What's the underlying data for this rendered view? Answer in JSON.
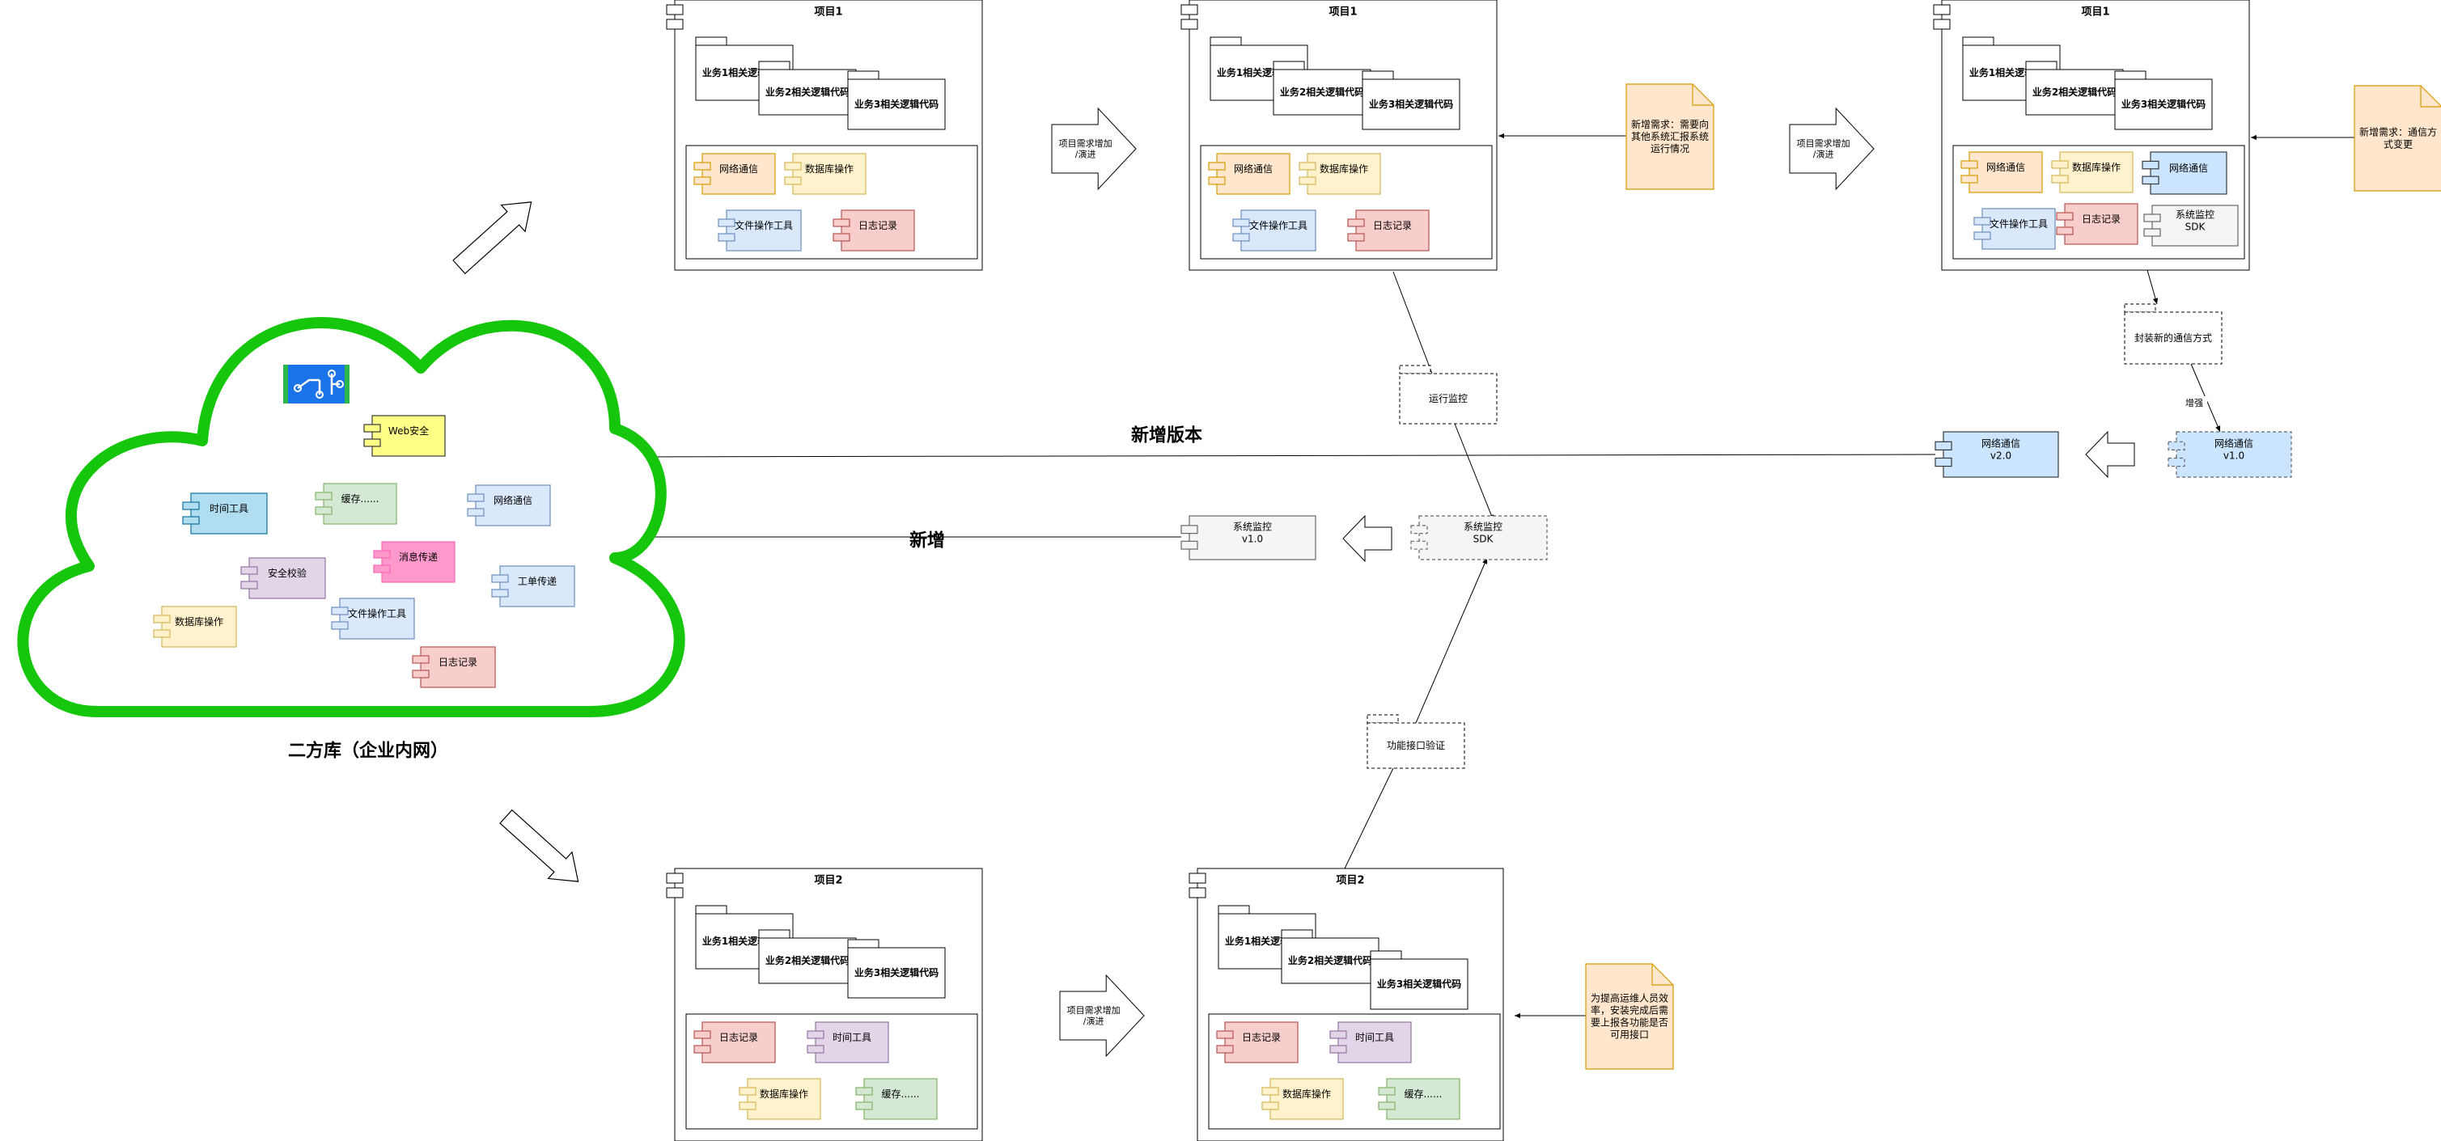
{
  "colors": {
    "cloud_stroke": "#16c60c",
    "network": "#ffe6cc",
    "network_stroke": "#d79b00",
    "db": "#fff2cc",
    "db_stroke": "#d6b656",
    "file": "#dae8fc",
    "file_stroke": "#6c8ebf",
    "log": "#f8cecc",
    "log_stroke": "#b85450",
    "time": "#e1d5e7",
    "time_stroke": "#9673a6",
    "cache": "#d5e8d4",
    "cache_stroke": "#82b366",
    "gray": "#f5f5f5",
    "gray_stroke": "#666666",
    "blue": "#cce5ff",
    "blue_stroke": "#36393d",
    "note": "#ffe6cc",
    "note_stroke": "#d79b00",
    "web": "#ffff88",
    "web_stroke": "#36393d",
    "msg": "#ff99cc",
    "msg_stroke": "#ff66b3",
    "timetool": "#b1ddf0",
    "timetool_stroke": "#10739e",
    "icon_bg": "#1a73e8",
    "icon_band": "#2db84b"
  },
  "cloud": {
    "title": "二方库（企业内网）",
    "logo_icon": "circuit-logo-icon",
    "components": {
      "web": "Web安全",
      "time": "时间工具",
      "cache": "缓存......",
      "network": "网络通信",
      "msg": "消息传递",
      "security": "安全校验",
      "ticket": "工单传递",
      "db": "数据库操作",
      "file": "文件操作工具",
      "log": "日志记录"
    }
  },
  "projects": {
    "p1a": {
      "title": "项目1",
      "biz1": "业务1相关逻辑代码",
      "biz2": "业务2相关逻辑代码",
      "biz3": "业务3相关逻辑代码",
      "c_network": "网络通信",
      "c_db": "数据库操作",
      "c_file": "文件操作工具",
      "c_log": "日志记录"
    },
    "p1b": {
      "title": "项目1",
      "biz1": "业务1相关逻辑代码",
      "biz2": "业务2相关逻辑代码",
      "biz3": "业务3相关逻辑代码",
      "c_network": "网络通信",
      "c_db": "数据库操作",
      "c_file": "文件操作工具",
      "c_log": "日志记录"
    },
    "p1c": {
      "title": "项目1",
      "biz1": "业务1相关逻辑代码",
      "biz2": "业务2相关逻辑代码",
      "biz3": "业务3相关逻辑代码",
      "c_network": "网络通信",
      "c_db": "数据库操作",
      "c_network2": "网络通信",
      "c_file": "文件操作工具",
      "c_log": "日志记录",
      "c_monitor": "系统监控\nSDK"
    },
    "p2a": {
      "title": "项目2",
      "biz1": "业务1相关逻辑代码",
      "biz2": "业务2相关逻辑代码",
      "biz3": "业务3相关逻辑代码",
      "c_log": "日志记录",
      "c_time": "时间工具",
      "c_db": "数据库操作",
      "c_cache": "缓存......"
    },
    "p2b": {
      "title": "项目2",
      "biz1": "业务1相关逻辑代码",
      "biz2": "业务2相关逻辑代码",
      "biz3": "业务3相关逻辑代码",
      "c_log": "日志记录",
      "c_time": "时间工具",
      "c_db": "数据库操作",
      "c_cache": "缓存......"
    }
  },
  "arrows": {
    "req1": "项目需求增加\n/演进",
    "req2": "项目需求增加\n/演进",
    "req3": "项目需求增加\n/演进"
  },
  "notes": {
    "n1": "新增需求：需要向\n其他系统汇报系统\n运行情况",
    "n2": "新增需求：通信方\n式变更",
    "n3": "为提高运维人员效\n率，安装完成后需\n要上报各功能是否\n可用接口"
  },
  "packages": {
    "monitor_run": "运行监控",
    "wrap_comm": "封装新的通信方式",
    "func_verify": "功能接口验证"
  },
  "edge_labels": {
    "enhance": "增强",
    "new_version": "新增版本",
    "new_add": "新增"
  },
  "modules": {
    "net_v2": "网络通信\nv2.0",
    "net_v1": "网络通信\nv1.0",
    "monitor_v1": "系统监控\nv1.0",
    "monitor_sdk": "系统监控\nSDK"
  }
}
